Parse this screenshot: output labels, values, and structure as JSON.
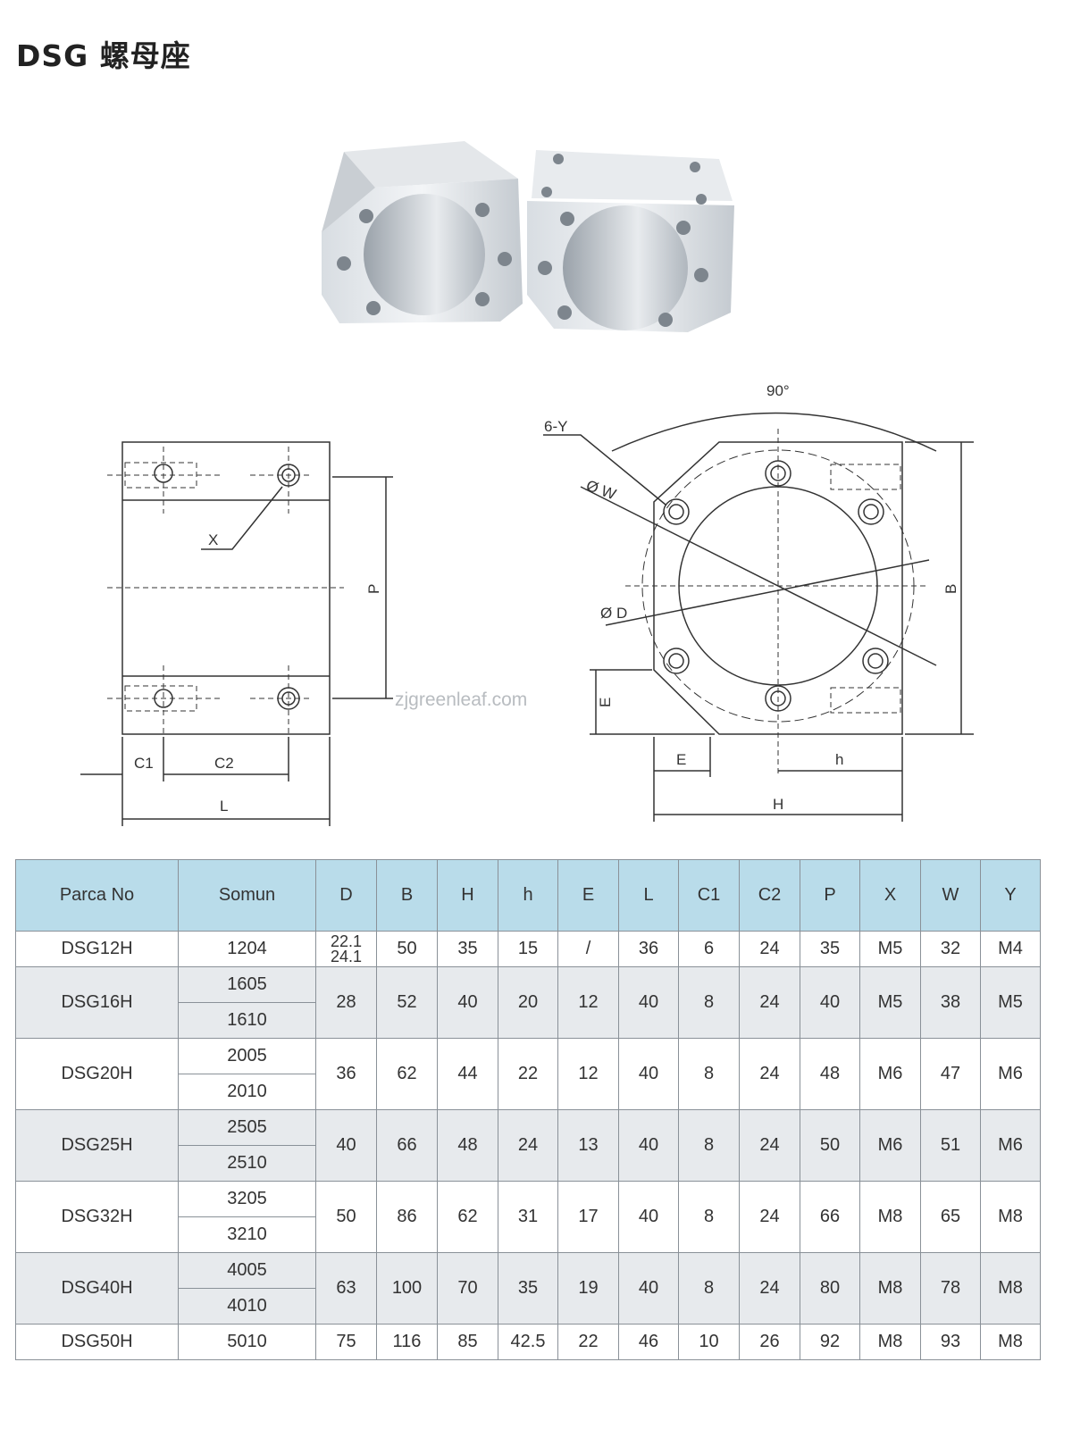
{
  "title": "DSG 螺母座",
  "watermark": "zjgreenleaf.com",
  "drawing_labels": {
    "angle": "90°",
    "holes": "6-Y",
    "w": "Ø W",
    "d": "Ø D",
    "b": "B",
    "e": "E",
    "e_side": "E",
    "h": "h",
    "H": "H",
    "x": "X",
    "p": "P",
    "c1": "C1",
    "c2": "C2",
    "l": "L"
  },
  "table": {
    "headers": [
      "Parca No",
      "Somun",
      "D",
      "B",
      "H",
      "h",
      "E",
      "L",
      "C1",
      "C2",
      "P",
      "X",
      "W",
      "Y"
    ],
    "rows": [
      {
        "part": "DSG12H",
        "nuts": [
          "1204"
        ],
        "D": [
          "22.1",
          "24.1"
        ],
        "vals": [
          "50",
          "35",
          "15",
          "/",
          "36",
          "6",
          "24",
          "35",
          "M5",
          "32",
          "M4"
        ]
      },
      {
        "part": "DSG16H",
        "nuts": [
          "1605",
          "1610"
        ],
        "D": [
          "28"
        ],
        "vals": [
          "52",
          "40",
          "20",
          "12",
          "40",
          "8",
          "24",
          "40",
          "M5",
          "38",
          "M5"
        ]
      },
      {
        "part": "DSG20H",
        "nuts": [
          "2005",
          "2010"
        ],
        "D": [
          "36"
        ],
        "vals": [
          "62",
          "44",
          "22",
          "12",
          "40",
          "8",
          "24",
          "48",
          "M6",
          "47",
          "M6"
        ]
      },
      {
        "part": "DSG25H",
        "nuts": [
          "2505",
          "2510"
        ],
        "D": [
          "40"
        ],
        "vals": [
          "66",
          "48",
          "24",
          "13",
          "40",
          "8",
          "24",
          "50",
          "M6",
          "51",
          "M6"
        ]
      },
      {
        "part": "DSG32H",
        "nuts": [
          "3205",
          "3210"
        ],
        "D": [
          "50"
        ],
        "vals": [
          "86",
          "62",
          "31",
          "17",
          "40",
          "8",
          "24",
          "66",
          "M8",
          "65",
          "M8"
        ]
      },
      {
        "part": "DSG40H",
        "nuts": [
          "4005",
          "4010"
        ],
        "D": [
          "63"
        ],
        "vals": [
          "100",
          "70",
          "35",
          "19",
          "40",
          "8",
          "24",
          "80",
          "M8",
          "78",
          "M8"
        ]
      },
      {
        "part": "DSG50H",
        "nuts": [
          "5010"
        ],
        "D": [
          "75"
        ],
        "vals": [
          "116",
          "85",
          "42.5",
          "22",
          "46",
          "10",
          "26",
          "92",
          "M8",
          "93",
          "M8"
        ]
      }
    ]
  }
}
